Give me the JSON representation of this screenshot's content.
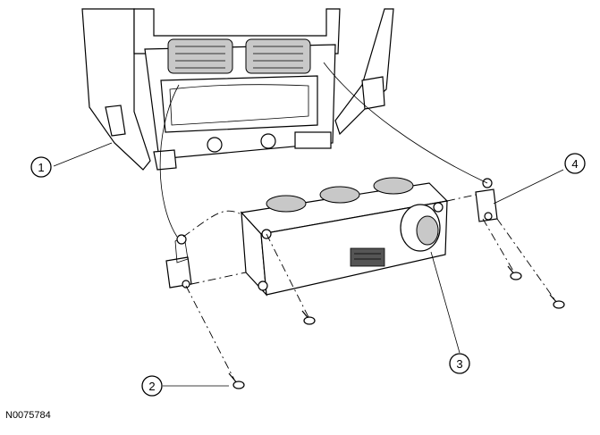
{
  "callouts": [
    {
      "label": "1"
    },
    {
      "label": "2"
    },
    {
      "label": "3"
    },
    {
      "label": "4"
    }
  ],
  "reference_code": "N0075784"
}
